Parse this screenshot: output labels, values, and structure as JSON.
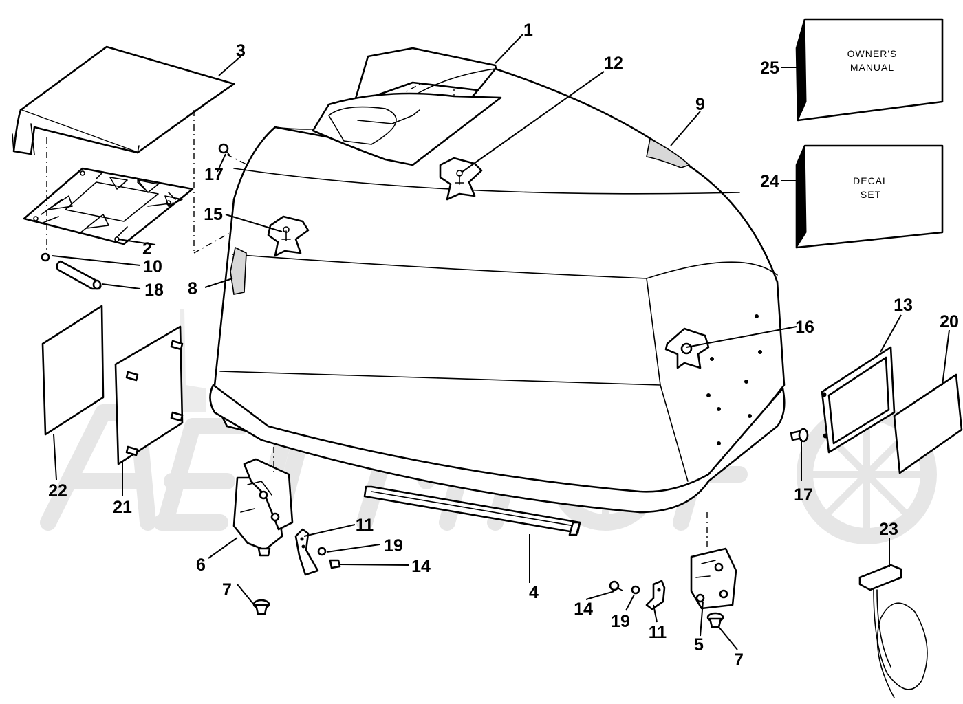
{
  "watermark": {
    "text": "AeroMoto"
  },
  "boxes": {
    "owners_manual": {
      "line1": "OWNER'S",
      "line2": "MANUAL"
    },
    "decal_set": {
      "line1": "DECAL",
      "line2": "SET"
    }
  },
  "callouts": [
    {
      "id": "c1",
      "label": "1"
    },
    {
      "id": "c2",
      "label": "2"
    },
    {
      "id": "c3",
      "label": "3"
    },
    {
      "id": "c4",
      "label": "4"
    },
    {
      "id": "c5",
      "label": "5"
    },
    {
      "id": "c6",
      "label": "6"
    },
    {
      "id": "c7a",
      "label": "7"
    },
    {
      "id": "c7b",
      "label": "7"
    },
    {
      "id": "c8",
      "label": "8"
    },
    {
      "id": "c9",
      "label": "9"
    },
    {
      "id": "c10",
      "label": "10"
    },
    {
      "id": "c11a",
      "label": "11"
    },
    {
      "id": "c11b",
      "label": "11"
    },
    {
      "id": "c12",
      "label": "12"
    },
    {
      "id": "c13",
      "label": "13"
    },
    {
      "id": "c14a",
      "label": "14"
    },
    {
      "id": "c14b",
      "label": "14"
    },
    {
      "id": "c15",
      "label": "15"
    },
    {
      "id": "c16",
      "label": "16"
    },
    {
      "id": "c17a",
      "label": "17"
    },
    {
      "id": "c17b",
      "label": "17"
    },
    {
      "id": "c18",
      "label": "18"
    },
    {
      "id": "c19a",
      "label": "19"
    },
    {
      "id": "c19b",
      "label": "19"
    },
    {
      "id": "c20",
      "label": "20"
    },
    {
      "id": "c21",
      "label": "21"
    },
    {
      "id": "c22",
      "label": "22"
    },
    {
      "id": "c23",
      "label": "23"
    },
    {
      "id": "c24",
      "label": "24"
    },
    {
      "id": "c25",
      "label": "25"
    }
  ]
}
